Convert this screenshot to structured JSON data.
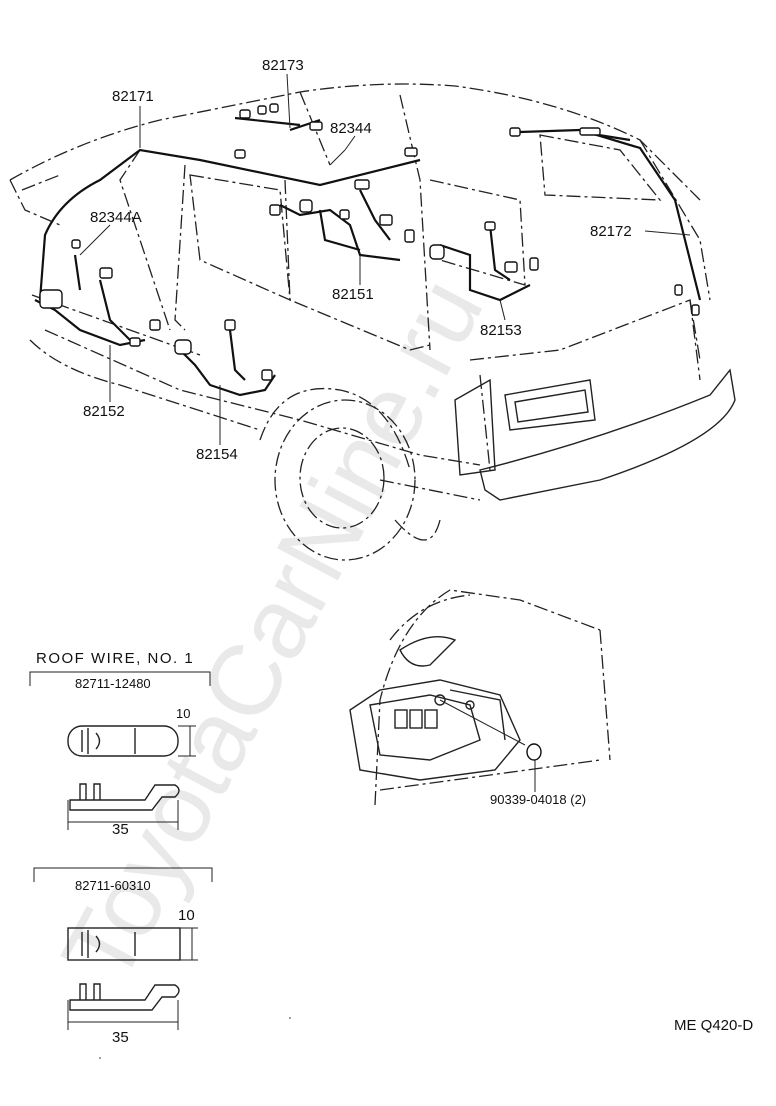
{
  "callouts": {
    "p82171": "82171",
    "p82173": "82173",
    "p82344": "82344",
    "p82344a": "82344A",
    "p82172": "82172",
    "p82151": "82151",
    "p82153": "82153",
    "p82152": "82152",
    "p82154": "82154",
    "bolt": "90339-04018 (2)"
  },
  "detail1": {
    "header": "ROOF WIRE, NO. 1",
    "part_no": "82711-12480",
    "dim_height": "10",
    "dim_length": "35"
  },
  "detail2": {
    "part_no": "82711-60310",
    "dim_height": "10",
    "dim_length": "35"
  },
  "drawing_code": "ME Q420-D",
  "watermark": "ToyotaCarNine.ru"
}
